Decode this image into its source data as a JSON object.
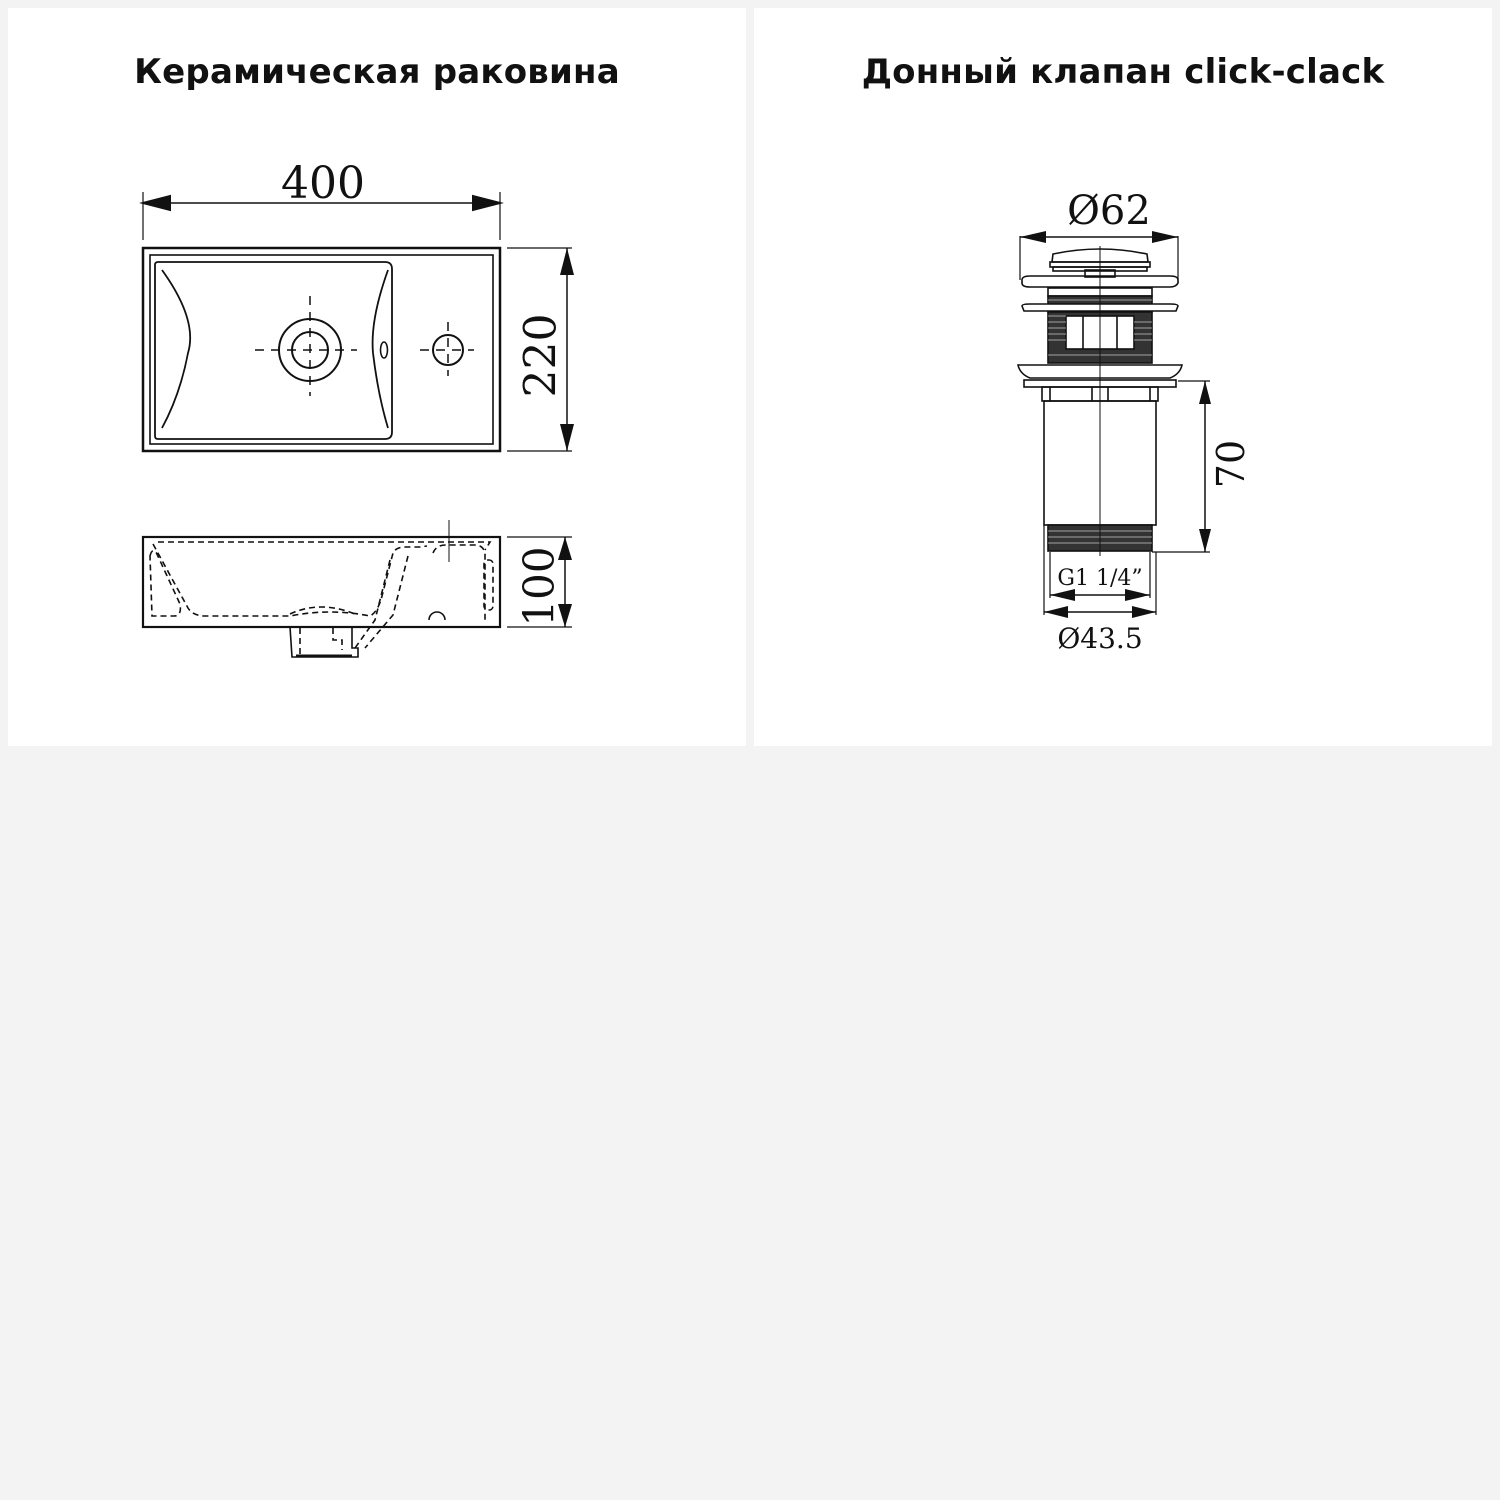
{
  "panels": [
    {
      "title": "Керамическая раковина",
      "dimensions": {
        "width": "400",
        "depth": "220",
        "height": "100"
      }
    },
    {
      "title": "Донный клапан click-clack",
      "dimensions": {
        "cap_diameter": "Ø62",
        "body_length": "70",
        "thread": "G1 1/4”",
        "thread_diameter": "Ø43.5"
      }
    }
  ],
  "colors": {
    "background": "#f3f3f3",
    "panel": "#ffffff",
    "line": "#111111"
  }
}
